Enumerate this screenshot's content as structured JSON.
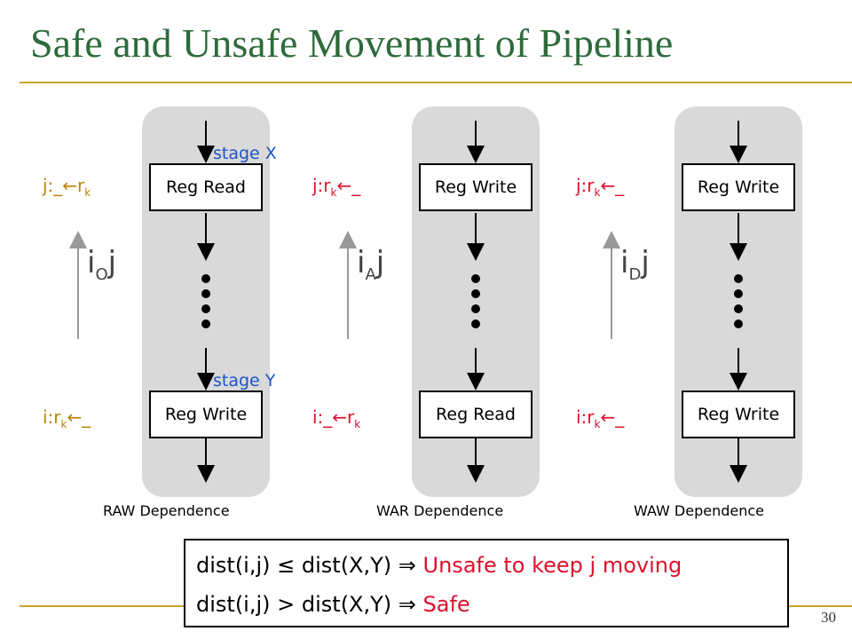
{
  "slide": {
    "title": "Safe and Unsafe Movement of Pipeline",
    "page_number": "30"
  },
  "colors": {
    "title": "#2e6b3c",
    "rule": "#c8a52e",
    "gold_text": "#b8860b",
    "red_text": "#e0102b",
    "blue_text": "#1a56c8"
  },
  "panels": [
    {
      "top_box": "Reg Read",
      "bottom_box": "Reg Write",
      "stage_top": "stage X",
      "stage_bottom": "stage Y",
      "j_label": "j:_←r",
      "j_sub": "k",
      "i_label": "i:r",
      "i_sub": "k",
      "i_tail": "←_",
      "dep_main": "i",
      "dep_sub": "O",
      "dep_j": "j",
      "caption": "RAW Dependence"
    },
    {
      "top_box": "Reg Write",
      "bottom_box": "Reg Read",
      "j_label": "j:r",
      "j_sub": "k",
      "j_tail": "←_",
      "i_label": "i:_←r",
      "i_sub": "k",
      "dep_main": "i",
      "dep_sub": "A",
      "dep_j": "j",
      "caption": "WAR Dependence"
    },
    {
      "top_box": "Reg Write",
      "bottom_box": "Reg Write",
      "j_label": "j:r",
      "j_sub": "k",
      "j_tail": "←_",
      "i_label": "i:r",
      "i_sub": "k",
      "i_tail": "←_",
      "dep_main": "i",
      "dep_sub": "D",
      "dep_j": "j",
      "caption": "WAW Dependence"
    }
  ],
  "note": {
    "line1_lhs": "dist(i,j) ",
    "line1_op": "≤",
    "line1_rhs": " dist(X,Y) ",
    "line1_arrow": "⇒",
    "line1_result": "Unsafe to keep j moving",
    "line2_lhs": "dist(i,j) ",
    "line2_op": ">",
    "line2_rhs": " dist(X,Y) ",
    "line2_arrow": "⇒",
    "line2_result": "Safe"
  }
}
